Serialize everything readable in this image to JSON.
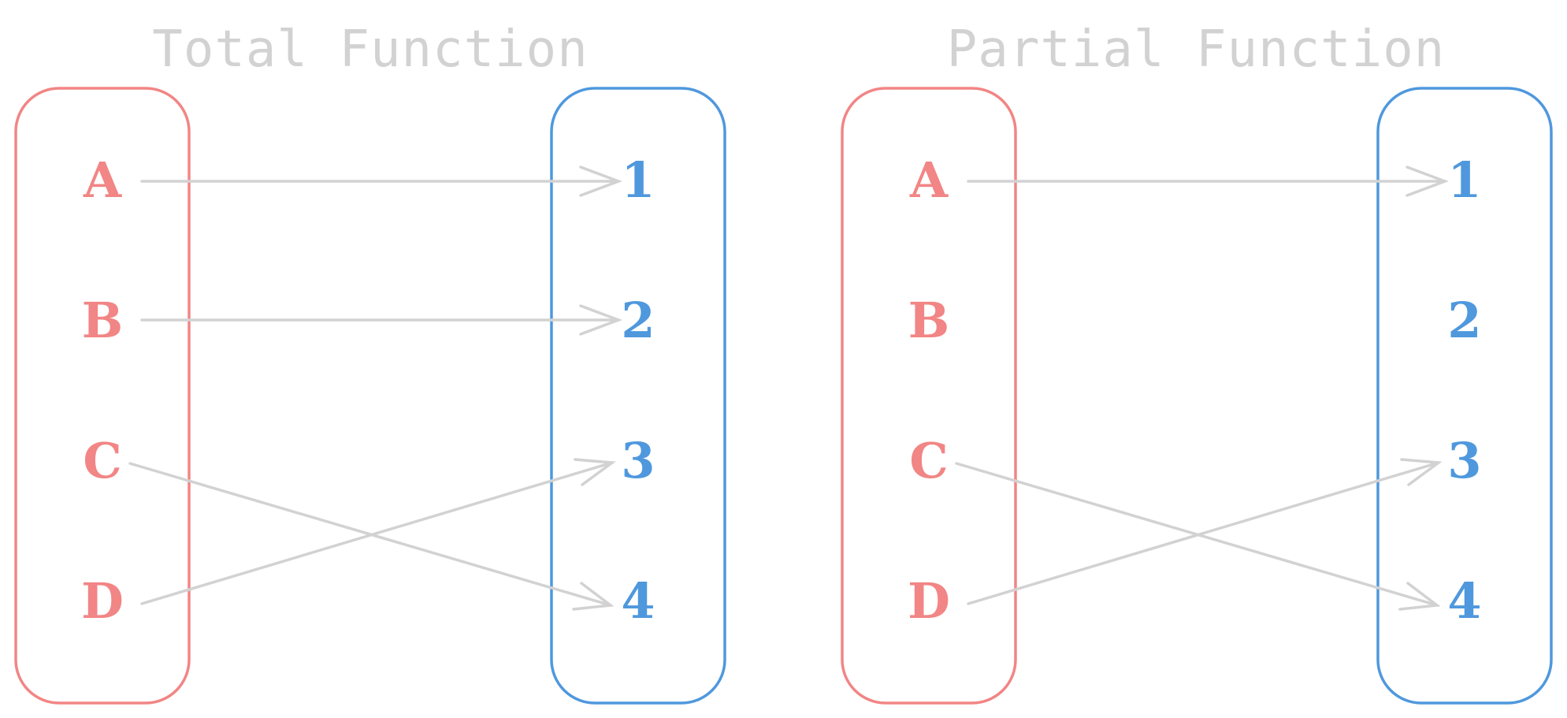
{
  "diagrams": [
    {
      "title": "Total Function",
      "domain": [
        "A",
        "B",
        "C",
        "D"
      ],
      "codomain": [
        "1",
        "2",
        "3",
        "4"
      ],
      "mappings": [
        {
          "from": "A",
          "to": "1"
        },
        {
          "from": "B",
          "to": "2"
        },
        {
          "from": "C",
          "to": "4"
        },
        {
          "from": "D",
          "to": "3"
        }
      ]
    },
    {
      "title": "Partial Function",
      "domain": [
        "A",
        "B",
        "C",
        "D"
      ],
      "codomain": [
        "1",
        "2",
        "3",
        "4"
      ],
      "mappings": [
        {
          "from": "A",
          "to": "1"
        },
        {
          "from": "C",
          "to": "4"
        },
        {
          "from": "D",
          "to": "3"
        }
      ]
    }
  ],
  "colors": {
    "domain": "#f28585",
    "codomain": "#4f98dd",
    "arrow": "#d2d2d2",
    "title": "#d2d2d2"
  }
}
